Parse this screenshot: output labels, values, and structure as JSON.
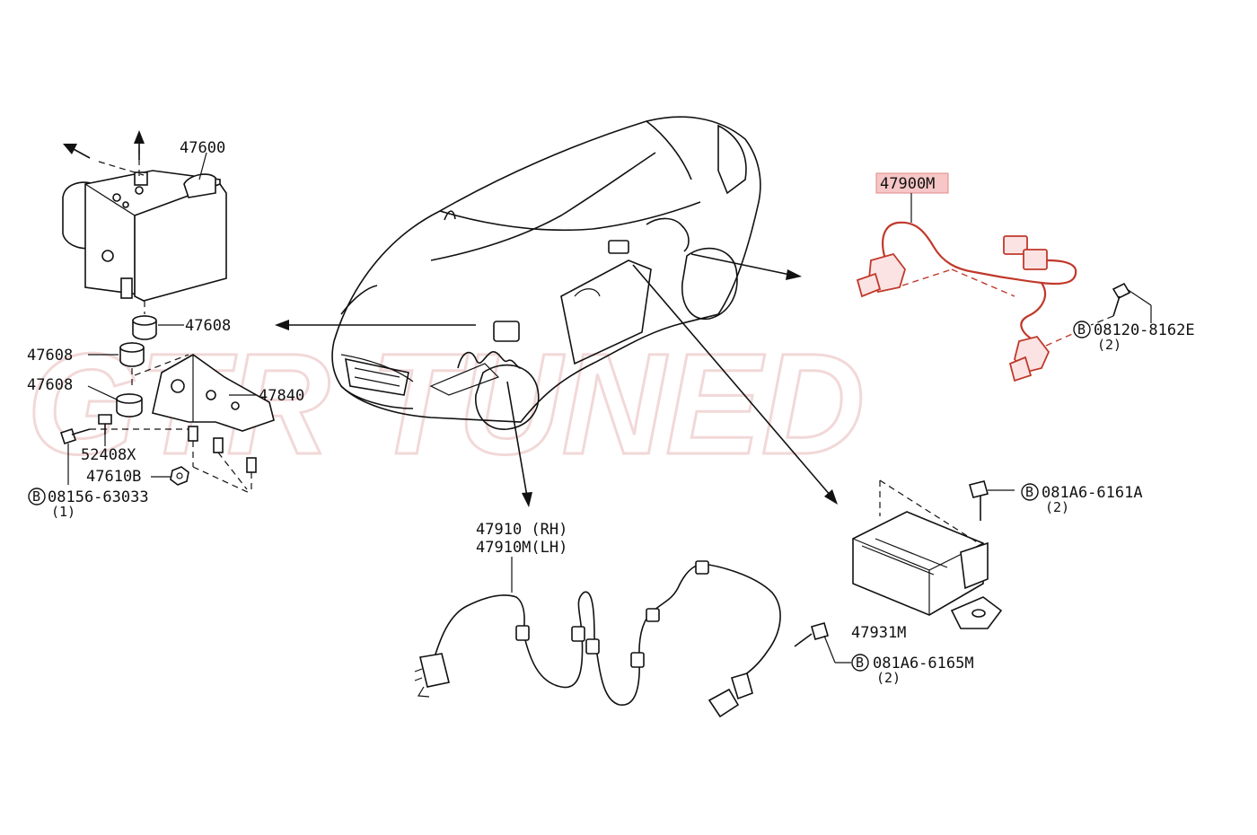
{
  "watermark": {
    "text": "GTR TUNED",
    "color": "#e9b9b9"
  },
  "highlight": {
    "color": "#c0392b",
    "label_bg": "#f7c6c6"
  },
  "labels": {
    "abs_actuator": "47600",
    "grommet_top": "47608",
    "grommet_left": "47608",
    "grommet_lower": "47608",
    "bracket": "47840",
    "bolt_52408": "52408X",
    "nut_47610": "47610B",
    "bolt_08156": "08156-63033",
    "bolt_08156_qty": "(1)",
    "rear_sensor": "47900M",
    "bolt_08120": "08120-8162E",
    "bolt_08120_qty": "(2)",
    "front_sensor_rh": "47910 (RH)",
    "front_sensor_lh": "47910M(LH)",
    "yaw_sensor": "47931M",
    "bolt_6161a": "081A6-6161A",
    "bolt_6161a_qty": "(2)",
    "bolt_6165m": "081A6-6165M",
    "bolt_6165m_qty": "(2)",
    "bolt_marker": "B"
  }
}
